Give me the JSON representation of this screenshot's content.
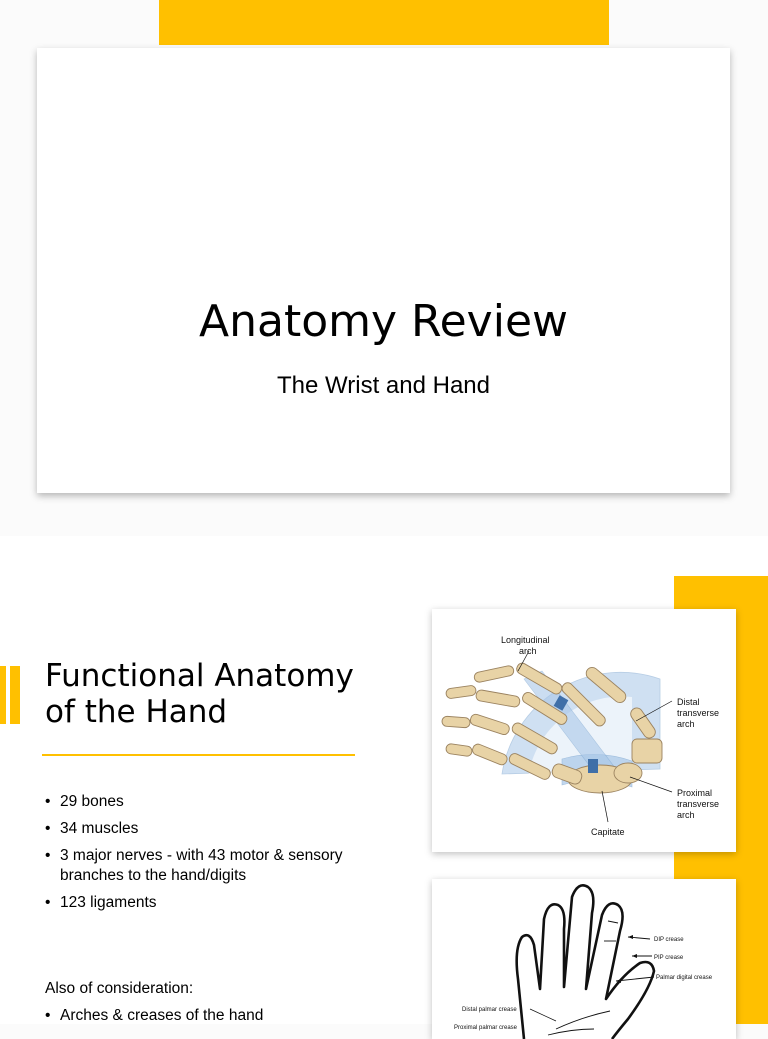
{
  "slide1": {
    "title": "Anatomy Review",
    "subtitle": "The Wrist and Hand"
  },
  "slide2": {
    "title_line1": "Functional Anatomy",
    "title_line2": "of the Hand",
    "bullets": [
      "29 bones",
      "34 muscles",
      "3 major nerves - with 43 motor & sensory branches to the hand/digits",
      "123 ligaments"
    ],
    "also_label": "Also of consideration:",
    "bullets2": [
      "Arches & creases of the hand"
    ],
    "figure_arches": {
      "labels": {
        "longitudinal_1": "Longitudinal",
        "longitudinal_2": "arch",
        "distal_1": "Distal",
        "distal_2": "transverse",
        "distal_3": "arch",
        "proximal_1": "Proximal",
        "proximal_2": "transverse",
        "proximal_3": "arch",
        "capitate": "Capitate"
      }
    },
    "figure_creases": {
      "labels": {
        "dip": "DIP crease",
        "pip": "PIP crease",
        "palmar_digital": "Palmar digital crease",
        "distal_palmar": "Distal palmar crease",
        "proximal_palmar": "Proximal palmar crease"
      }
    }
  },
  "colors": {
    "accent": "#FFC000",
    "bone": "#E8D3A6",
    "arch": "#A9C7E8"
  }
}
